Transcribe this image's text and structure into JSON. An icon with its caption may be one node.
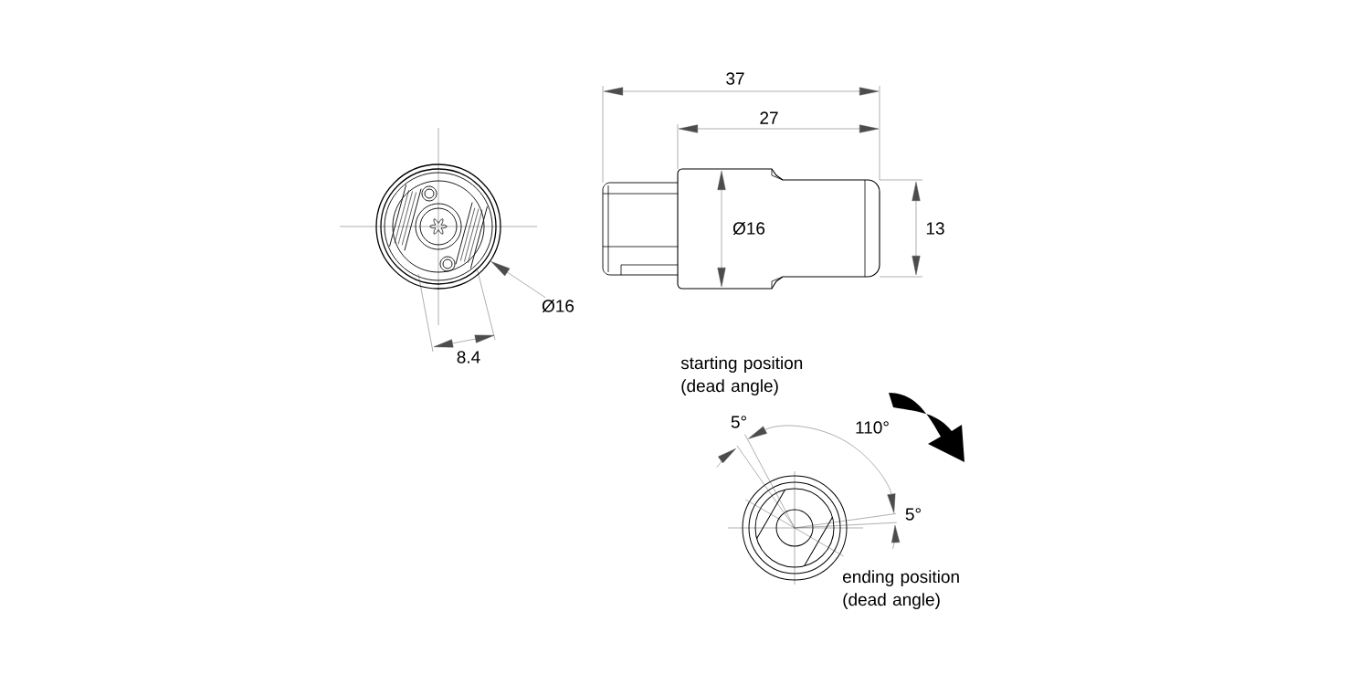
{
  "diagram": {
    "nodes": [
      {
        "text": [],
        "shape": "circle"
      },
      {
        "text": [
          "Ø16"
        ]
      }
    ],
    "edges": [
      {
        "from": 1,
        "to": 0,
        "arrow": "to"
      }
    ],
    "labels": [
      "37",
      "27",
      "Ø16",
      "13",
      "8.4",
      "starting position (dead angle)",
      "5°",
      "110°",
      "5°",
      "ending position (dead angle)"
    ]
  }
}
